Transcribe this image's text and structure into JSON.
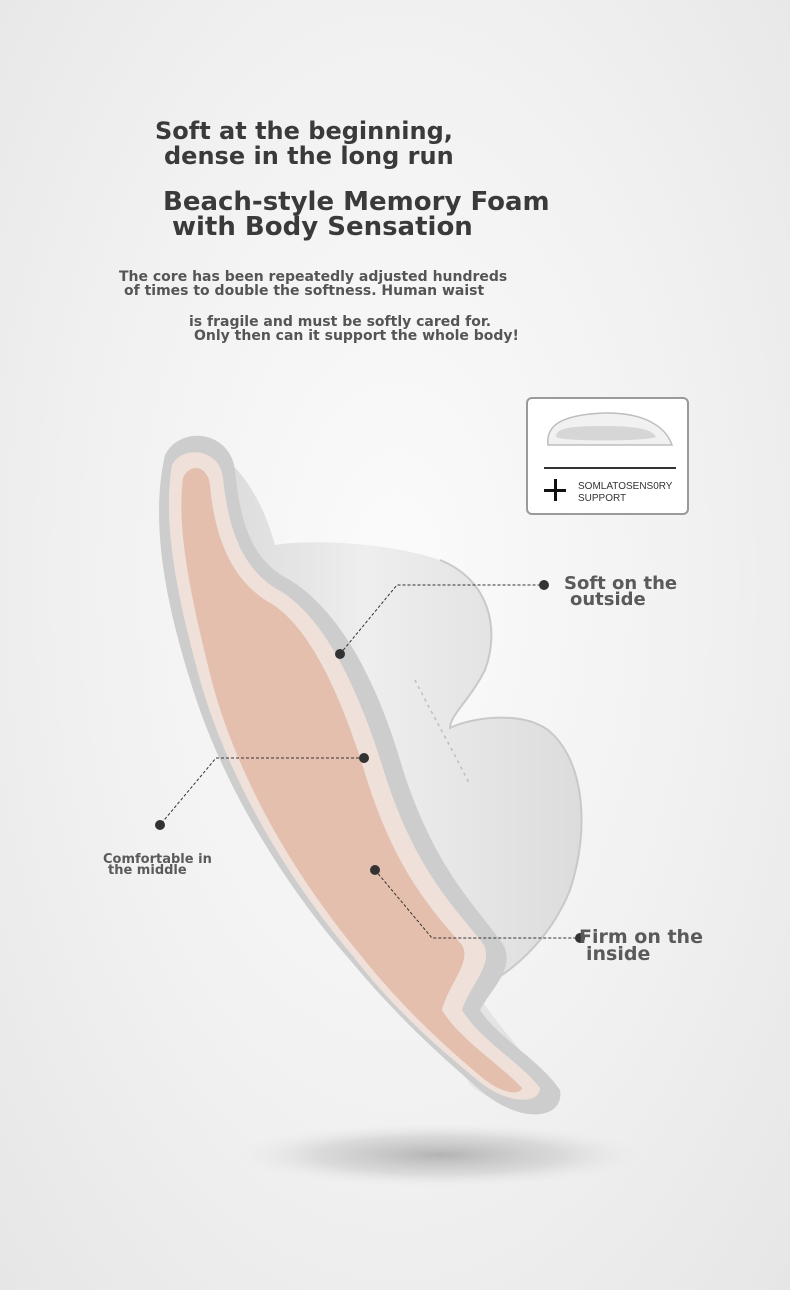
{
  "headline": {
    "line1": "Soft at the beginning,",
    "line2": "dense in the long run",
    "line3": "Beach-style Memory Foam",
    "line4": "with Body Sensation"
  },
  "description": {
    "line1": "The core has been repeatedly adjusted hundreds",
    "line2": "of times to double the softness. Human waist",
    "line3": "is fragile and must be softly cared for.",
    "line4": "Only then can it support the whole body!"
  },
  "badge": {
    "line1": "SOMLATOSENS0RY",
    "line2": "SUPPORT"
  },
  "callouts": {
    "outside": {
      "line1": "Soft on the",
      "line2": "outside"
    },
    "middle": {
      "line1": "Comfortable in",
      "line2": "the middle"
    },
    "inside": {
      "line1": "Firm on the",
      "line2": "inside"
    }
  },
  "colors": {
    "foam_core": "#e4bfad",
    "foam_body": "#e8e8e8",
    "text_dark": "#3a3a3a",
    "text_callout": "#5a5a5a"
  }
}
